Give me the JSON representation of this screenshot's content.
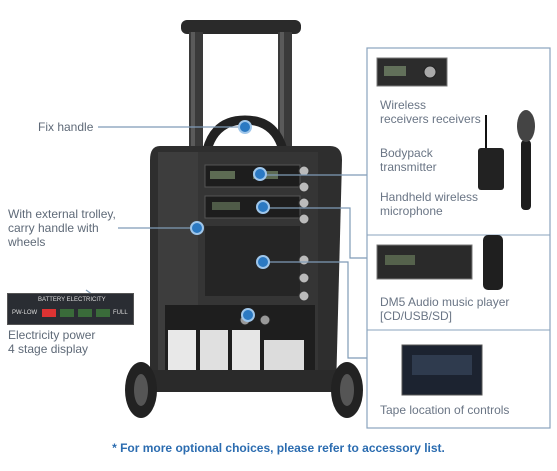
{
  "labels": {
    "fix_handle": "Fix handle",
    "trolley": "With external trolley,\ncarry handle with\nwheels",
    "electricity": "Electricity power\n4 stage display",
    "wireless_receivers": "Wireless\nreceivers receivers",
    "bodypack": "Bodypack\ntransmitter",
    "handheld": "Handheld wireless\nmicrophone",
    "dm5": "DM5 Audio music player\n[CD/USB/SD]",
    "tape": "Tape location of controls"
  },
  "battery_panel": {
    "title": "BATTERY ELECTRICITY",
    "low": "PW-LOW",
    "full": "FULL"
  },
  "footnote": "* For more optional choices, please refer to accessory list.",
  "colors": {
    "accent": "#2b79c2",
    "line": "#7f9bb6",
    "label": "#5f6a78"
  }
}
